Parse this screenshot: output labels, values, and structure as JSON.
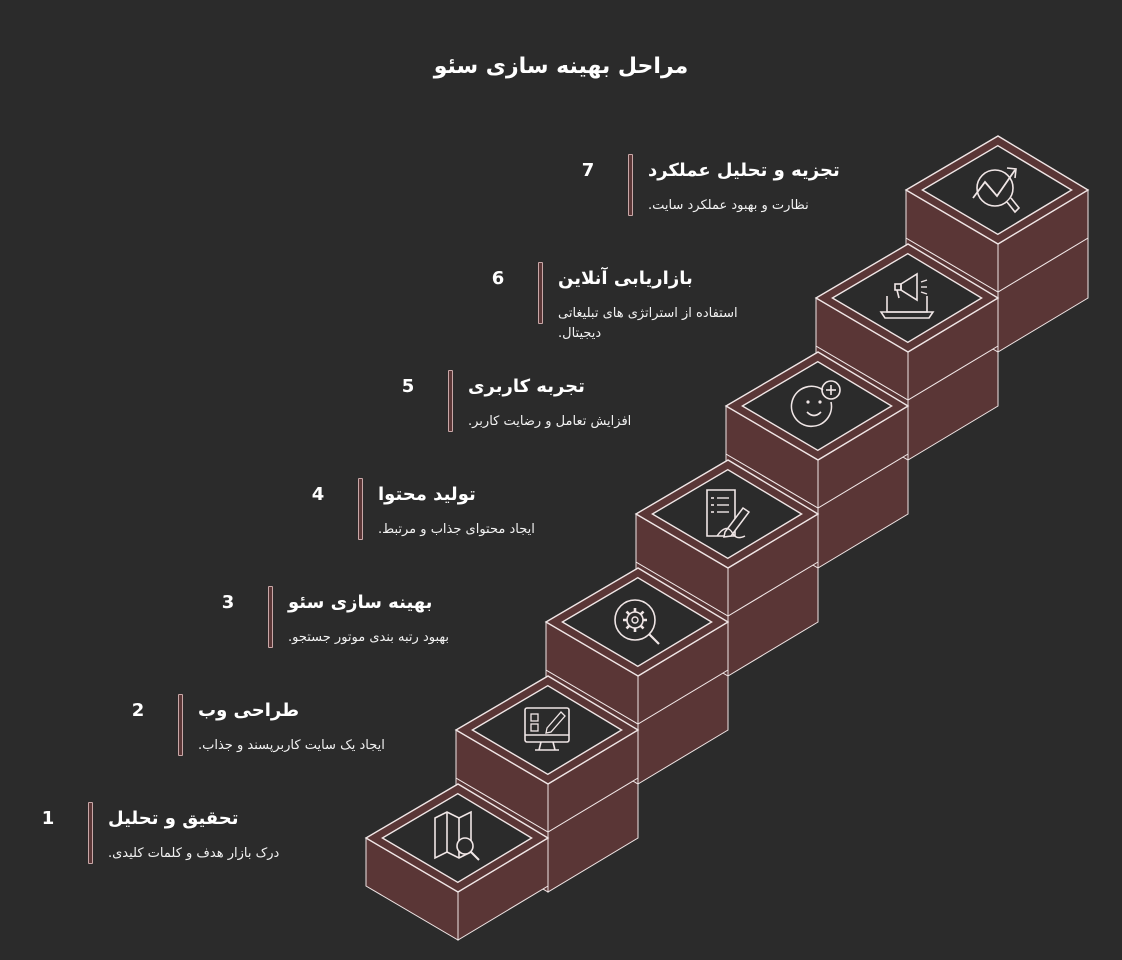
{
  "title": "مراحل بهینه سازی سئو",
  "steps": [
    {
      "num": "1",
      "title": "تحقیق و تحلیل",
      "desc": "درک بازار هدف و کلمات کلیدی.",
      "icon": "map-search-icon"
    },
    {
      "num": "2",
      "title": "طراحی وب",
      "desc": "ایجاد یک سایت کاربرپسند و جذاب.",
      "icon": "monitor-design-icon"
    },
    {
      "num": "3",
      "title": "بهینه سازی سئو",
      "desc": "بهبود رتبه بندی موتور جستجو.",
      "icon": "gear-search-icon"
    },
    {
      "num": "4",
      "title": "تولید محتوا",
      "desc": "ایجاد محتوای جذاب و مرتبط.",
      "icon": "document-edit-icon"
    },
    {
      "num": "5",
      "title": "تجربه کاربری",
      "desc": "افزایش تعامل و رضایت کاربر.",
      "icon": "smiley-plus-icon"
    },
    {
      "num": "6",
      "title": "بازاریابی آنلاین",
      "desc": "استفاده از استراتژی های تبلیغاتی دیجیتال.",
      "icon": "megaphone-laptop-icon"
    },
    {
      "num": "7",
      "title": "تجزیه و تحلیل عملکرد",
      "desc": "نظارت و بهبود عملکرد سایت.",
      "icon": "chart-search-icon"
    }
  ],
  "colors": {
    "background": "#2b2b2b",
    "step_fill": "#5a3636",
    "step_outline": "#f0e6e6",
    "text": "#ffffff"
  }
}
